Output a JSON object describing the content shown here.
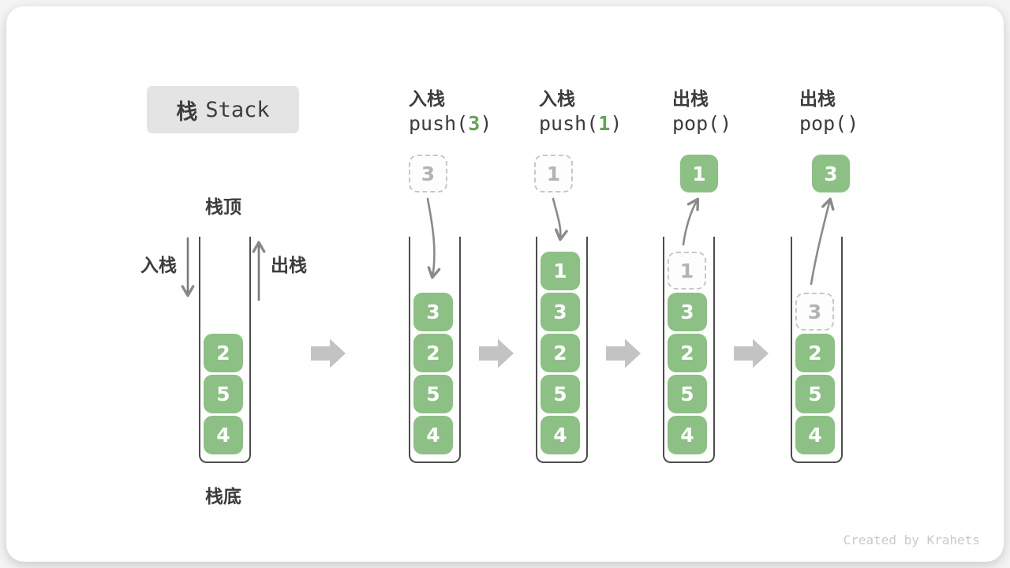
{
  "title": {
    "cn": "栈",
    "en": "Stack"
  },
  "watermark": "Created by Krahets",
  "side_labels": {
    "top": "栈顶",
    "bottom": "栈底",
    "push_in": "入栈",
    "pop_out": "出栈"
  },
  "colors": {
    "green": "#8CC084",
    "green_arg_text": "#63A356",
    "flow_arrow": "#8a8a8a",
    "side_arrow": "#7a7a7a",
    "chevron": "#c3c3c3",
    "ghost_border": "#c7c7c7",
    "ghost_text": "#b3b3b3",
    "wall": "#4d4d4d",
    "title_bg": "#e4e4e4",
    "text": "#3c3c3c",
    "watermark": "#c9c9c9"
  },
  "columns": [
    {
      "name": "initial",
      "label": null,
      "floating": null,
      "arrow": null,
      "stack": [
        {
          "value": "2",
          "ghost": false
        },
        {
          "value": "5",
          "ghost": false
        },
        {
          "value": "4",
          "ghost": false
        }
      ]
    },
    {
      "name": "push-3",
      "label": {
        "cn": "入栈",
        "code_pre": "push(",
        "code_arg": "3",
        "code_post": ")"
      },
      "floating": {
        "value": "3",
        "ghost": true
      },
      "arrow": "in",
      "stack": [
        {
          "value": "3",
          "ghost": false
        },
        {
          "value": "2",
          "ghost": false
        },
        {
          "value": "5",
          "ghost": false
        },
        {
          "value": "4",
          "ghost": false
        }
      ]
    },
    {
      "name": "push-1",
      "label": {
        "cn": "入栈",
        "code_pre": "push(",
        "code_arg": "1",
        "code_post": ")"
      },
      "floating": {
        "value": "1",
        "ghost": true
      },
      "arrow": "in",
      "stack": [
        {
          "value": "1",
          "ghost": false
        },
        {
          "value": "3",
          "ghost": false
        },
        {
          "value": "2",
          "ghost": false
        },
        {
          "value": "5",
          "ghost": false
        },
        {
          "value": "4",
          "ghost": false
        }
      ]
    },
    {
      "name": "pop-1",
      "label": {
        "cn": "出栈",
        "code_pre": "pop()",
        "code_arg": "",
        "code_post": ""
      },
      "floating": {
        "value": "1",
        "ghost": false
      },
      "arrow": "out",
      "stack": [
        {
          "value": "1",
          "ghost": true
        },
        {
          "value": "3",
          "ghost": false
        },
        {
          "value": "2",
          "ghost": false
        },
        {
          "value": "5",
          "ghost": false
        },
        {
          "value": "4",
          "ghost": false
        }
      ]
    },
    {
      "name": "pop-3",
      "label": {
        "cn": "出栈",
        "code_pre": "pop()",
        "code_arg": "",
        "code_post": ""
      },
      "floating": {
        "value": "3",
        "ghost": false
      },
      "arrow": "out",
      "stack": [
        {
          "value": "3",
          "ghost": true
        },
        {
          "value": "2",
          "ghost": false
        },
        {
          "value": "5",
          "ghost": false
        },
        {
          "value": "4",
          "ghost": false
        }
      ]
    }
  ]
}
